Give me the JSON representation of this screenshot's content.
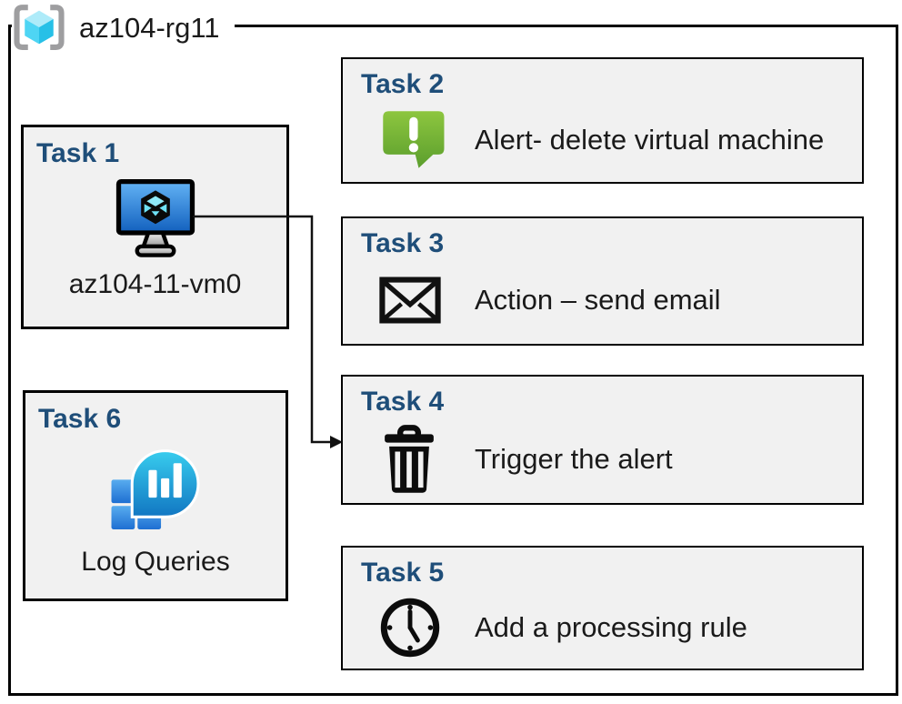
{
  "header": {
    "title": "az104-rg11",
    "icon": "resource-group-icon"
  },
  "tasks": [
    {
      "id": "task1",
      "label": "Task 1",
      "text": "az104-11-vm0",
      "icon": "virtual-machine-icon"
    },
    {
      "id": "task2",
      "label": "Task 2",
      "text": "Alert- delete virtual machine",
      "icon": "alert-icon"
    },
    {
      "id": "task3",
      "label": "Task 3",
      "text": "Action – send email",
      "icon": "email-icon"
    },
    {
      "id": "task4",
      "label": "Task 4",
      "text": "Trigger the alert",
      "icon": "trash-icon"
    },
    {
      "id": "task5",
      "label": "Task 5",
      "text": "Add a processing rule",
      "icon": "clock-icon"
    },
    {
      "id": "task6",
      "label": "Task 6",
      "text": "Log Queries",
      "icon": "log-analytics-icon"
    }
  ],
  "connector": {
    "from": "Task 1",
    "to": "Task 4"
  },
  "colors": {
    "heading-blue": "#1F4E79",
    "box-fill": "#F1F1F1",
    "box-border": "#000000",
    "text-color": "#1A1A1A",
    "alert-green-top": "#8DC63F",
    "alert-green-bottom": "#5B9E2D",
    "vm-screen-top": "#63B3F5",
    "vm-screen-bottom": "#1260BE",
    "cube-cyan-top": "#AEEBF9",
    "cube-cyan-left": "#4ED5F4",
    "cube-cyan-right": "#27C0E7",
    "bracket-gray": "#9E9EA0",
    "log-bubble-top": "#38CDEE",
    "log-bubble-bottom": "#1176C2",
    "log-square-top": "#58ACEF",
    "log-square-bottom": "#1E6FD2"
  }
}
